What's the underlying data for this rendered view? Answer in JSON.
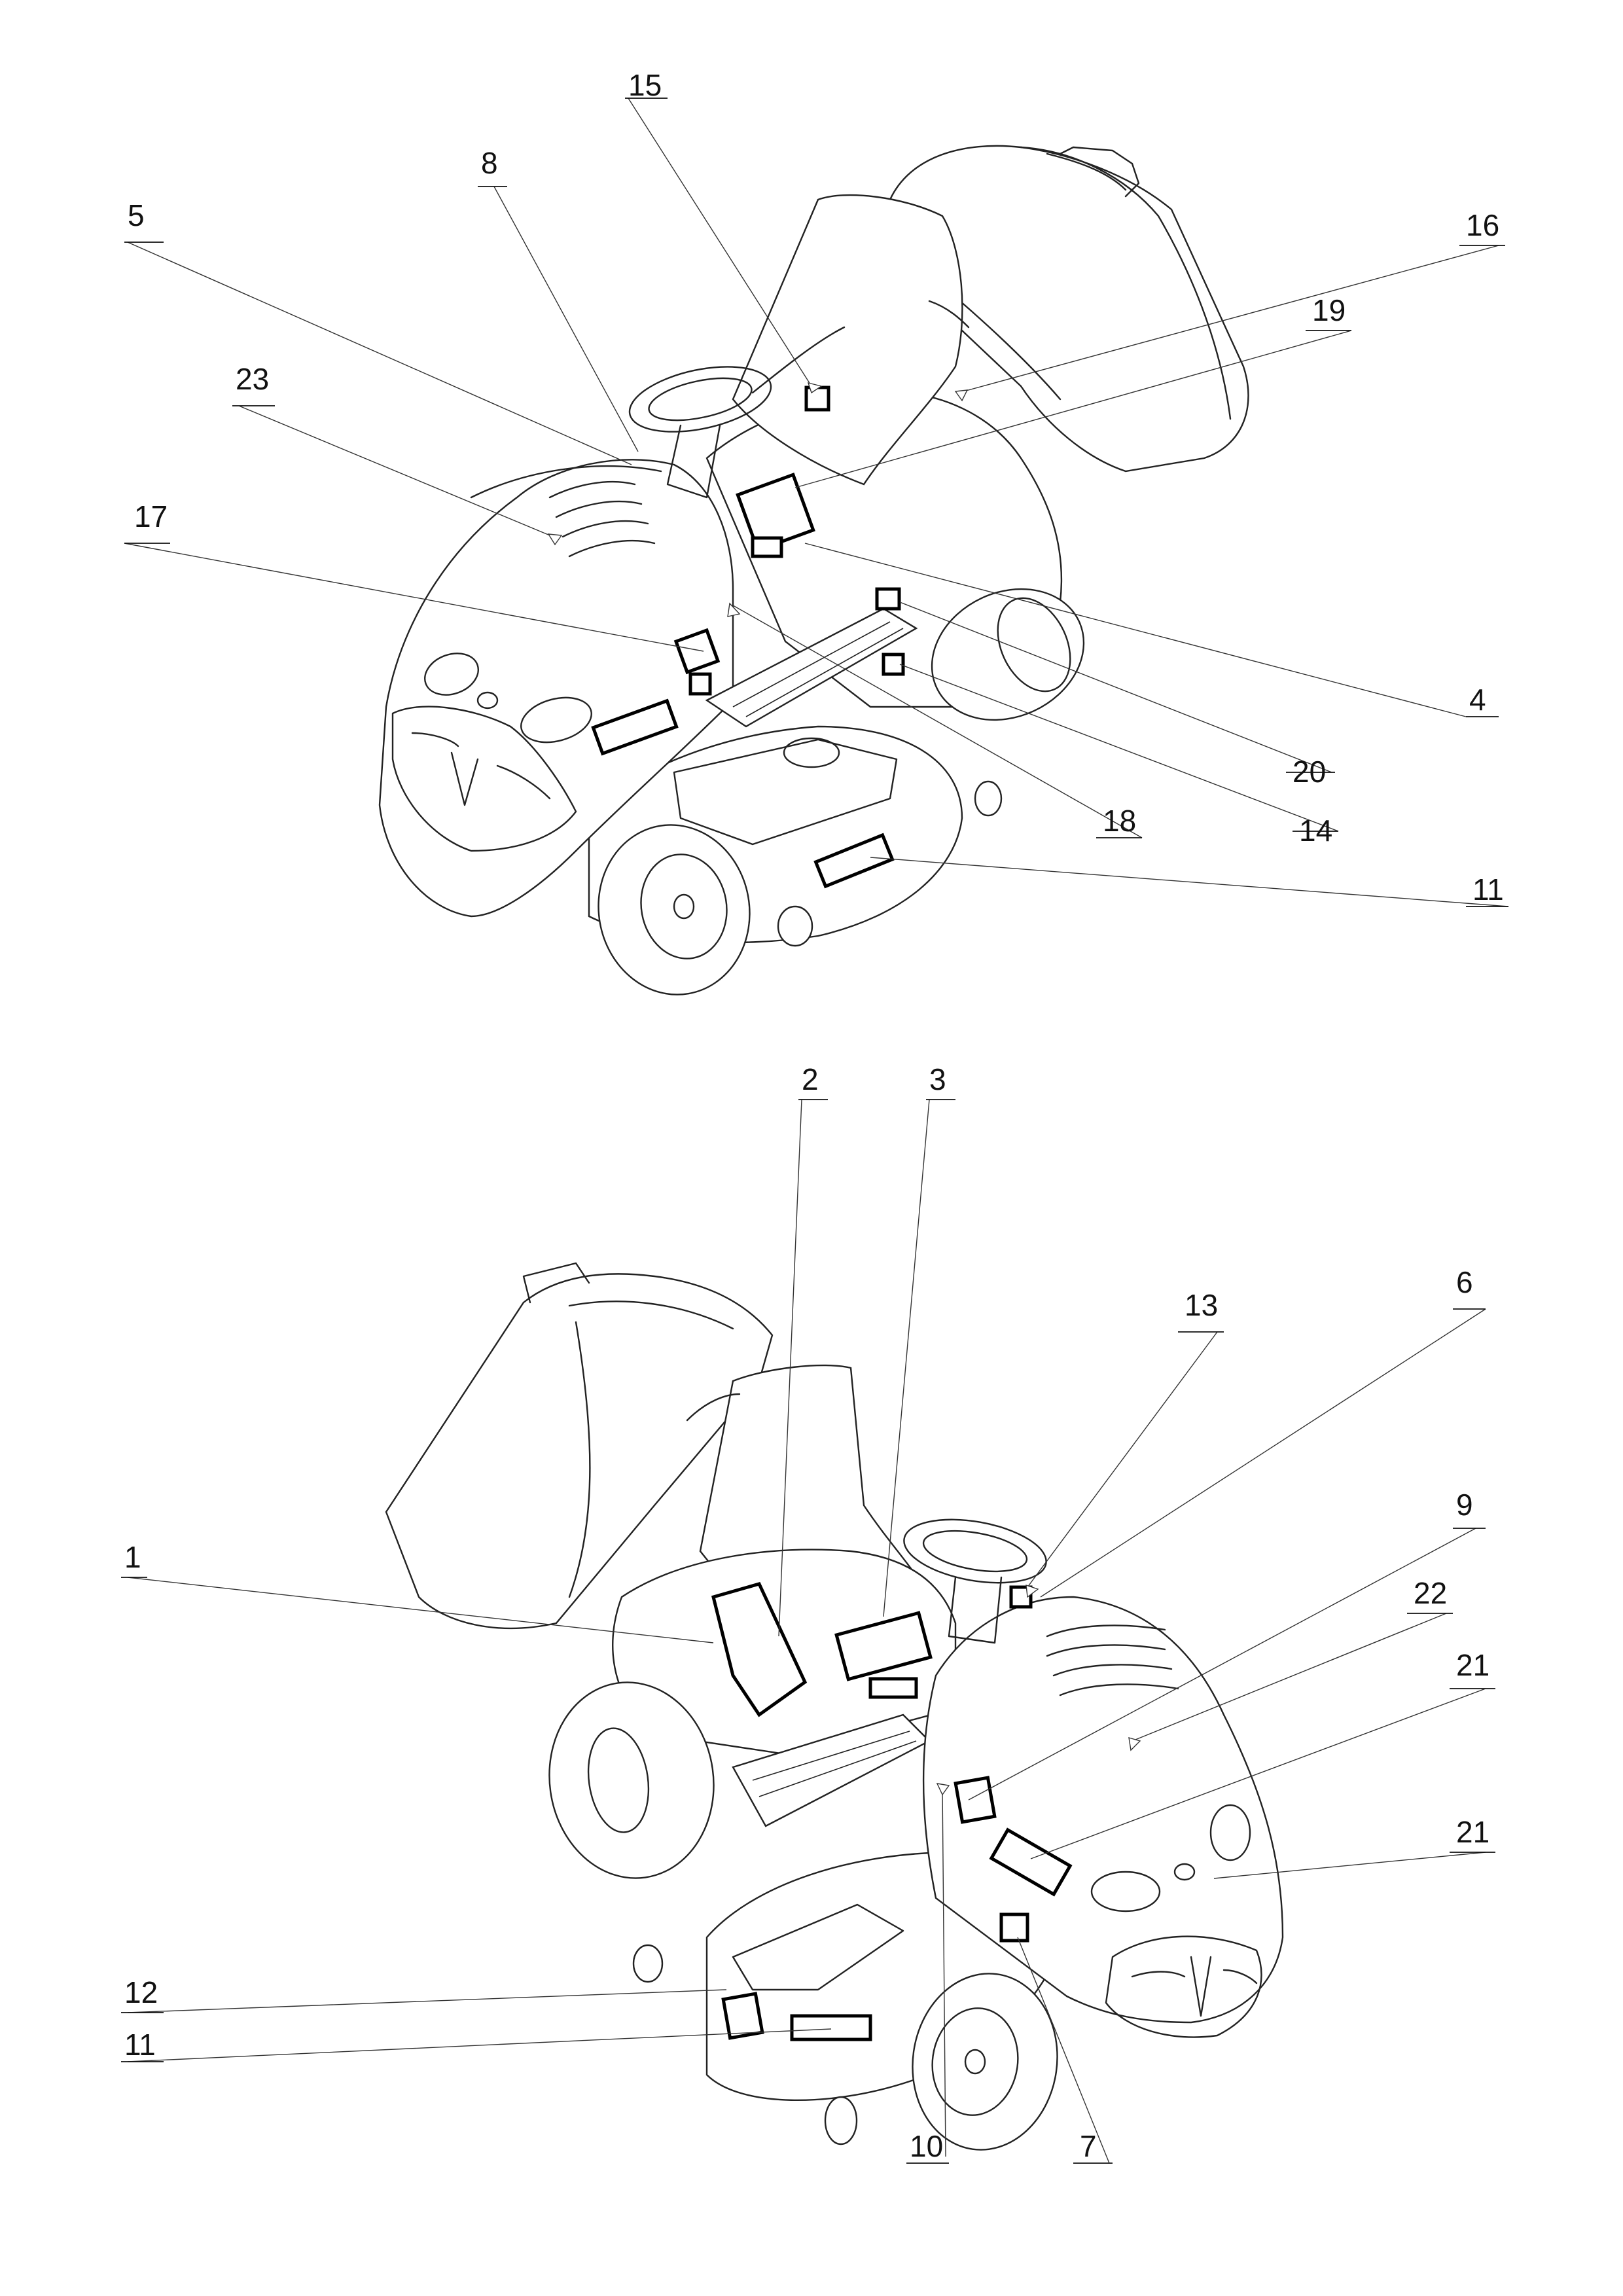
{
  "callouts": {
    "c1": "1",
    "c2": "2",
    "c3": "3",
    "c4": "4",
    "c5": "5",
    "c6": "6",
    "c7": "7",
    "c8": "8",
    "c9": "9",
    "c10": "10",
    "c11a": "11",
    "c11b": "11",
    "c12": "12",
    "c13": "13",
    "c14": "14",
    "c15": "15",
    "c16": "16",
    "c17": "17",
    "c18": "18",
    "c19": "19",
    "c20": "20",
    "c21a": "21",
    "c21b": "21",
    "c22": "22",
    "c23": "23"
  }
}
